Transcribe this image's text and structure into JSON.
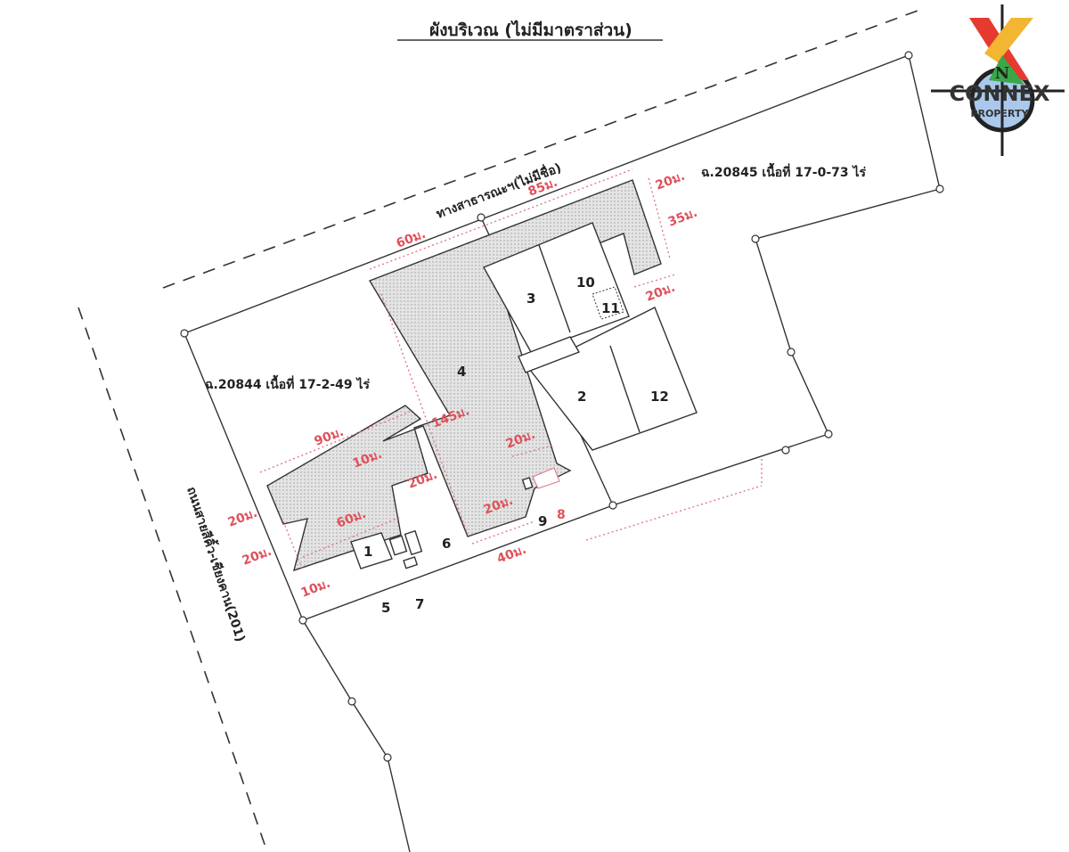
{
  "title": "ผังบริเวณ (ไม่มีมาตราส่วน)",
  "labels": {
    "public_road": "ทางสาธารณะฯ(ไม่มีชื่อ)",
    "main_road": "ถนนสายสีคิ้ว-เชียงคาน(201)",
    "parcel_east": "ฉ.20845 เนื้อที่ 17-0-73 ไร่",
    "parcel_west": "ฉ.20844 เนื้อที่ 17-2-49 ไร่"
  },
  "buildings": [
    "1",
    "2",
    "3",
    "4",
    "5",
    "6",
    "7",
    "8",
    "9",
    "10",
    "11",
    "12"
  ],
  "dimensions": {
    "d60_top": "60ม.",
    "d85": "85ม.",
    "d20_top": "20ม.",
    "d35": "35ม.",
    "d20_right": "20ม.",
    "d90": "90ม.",
    "d145": "145ม.",
    "d10_mid": "10ม.",
    "d20_mid": "20ม.",
    "d20_inner": "20ม.",
    "d20_left": "20ม.",
    "d60_bottom": "60ม.",
    "d20_leftlow": "20ม.",
    "d10_bottom": "10ม.",
    "d20_lower": "20ม.",
    "d40": "40ม."
  },
  "logo": {
    "text": "CONNEX",
    "sub": "PROPERTY",
    "north": "N",
    "colors": [
      "#e53a2f",
      "#f2b632",
      "#3aa848",
      "#4a90d9"
    ]
  }
}
